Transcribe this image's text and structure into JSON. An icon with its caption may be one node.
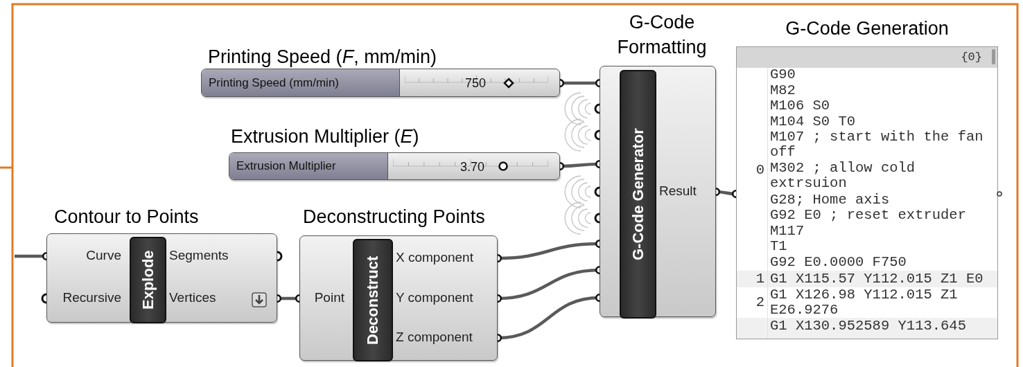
{
  "diagram": {
    "nodes": [
      {
        "text": [
          "Printing Speed (*F*, mm/min)",
          "Printing Speed (mm/min)",
          "750"
        ]
      },
      {
        "text": [
          "Extrusion Multiplier (*E*)",
          "Extrusion Multiplier",
          "3.70"
        ]
      },
      {
        "text": [
          "Contour to Points",
          "Explode",
          "Curve",
          "Recursive",
          "Segments",
          "Vertices"
        ]
      },
      {
        "text": [
          "Deconstructing Points",
          "Deconstruct",
          "Point",
          "X component",
          "Y component",
          "Z component"
        ]
      },
      {
        "text": [
          "G-Code Formatting",
          "G-Code Generator",
          "Result"
        ]
      },
      {
        "text": [
          "G-Code Generation",
          "{0}",
          "0",
          "G90",
          "M82",
          "M106 S0",
          "M104 S0 T0",
          "M107 ; start with the fan off",
          "M302 ; allow cold extrsuion",
          "G28; Home axis",
          "G92 E0 ; reset extruder",
          "M117",
          "T1",
          "G92 E0.0000 F750",
          "1",
          "G1 X115.57 Y112.015 Z1 E0",
          "2",
          "G1 X126.98 Y112.015 Z1 E26.9276",
          "G1 X130.952589 Y113.645"
        ]
      }
    ],
    "edges": [
      {
        "from": null,
        "to": 2,
        "arrow": "other"
      },
      {
        "from": 0,
        "to": 4,
        "arrow": "other"
      },
      {
        "from": 1,
        "to": 4,
        "arrow": "other"
      },
      {
        "from": 2,
        "to": 3,
        "arrow": "other"
      },
      {
        "from": 3,
        "to": 4,
        "arrow": "other"
      },
      {
        "from": 3,
        "to": 4,
        "arrow": "other"
      },
      {
        "from": 3,
        "to": 4,
        "arrow": "other"
      },
      {
        "from": 4,
        "to": 5,
        "arrow": "other"
      }
    ]
  }
}
